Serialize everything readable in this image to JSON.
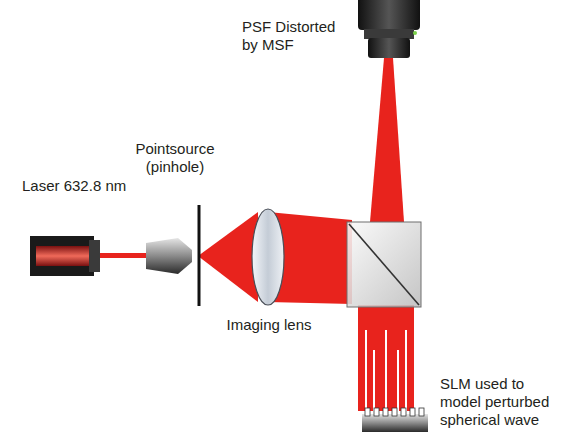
{
  "diagram": {
    "labels": [
      "PSF Distorted by MSF",
      "Laser 632.8 nm",
      "Pointsource (pinhole)",
      "Imaging lens",
      "SLM used to model perturbed spherical wave"
    ]
  }
}
